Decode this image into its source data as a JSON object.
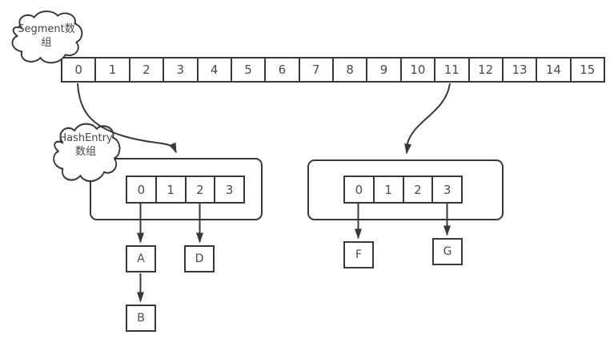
{
  "diagram": {
    "background": "#ffffff",
    "stroke_color": "#383838",
    "text_color": "#4a4a4a"
  },
  "clouds": {
    "segment": {
      "line1": "Segment数",
      "line2": "组"
    },
    "hashentry": {
      "line1": "HashEntry",
      "line2": "数组"
    }
  },
  "segment_array": {
    "cells": [
      "0",
      "1",
      "2",
      "3",
      "4",
      "5",
      "6",
      "7",
      "8",
      "9",
      "10",
      "11",
      "12",
      "13",
      "14",
      "15"
    ]
  },
  "left_bucket": {
    "cells": [
      "0",
      "1",
      "2",
      "3"
    ]
  },
  "right_bucket": {
    "cells": [
      "0",
      "1",
      "2",
      "3"
    ]
  },
  "nodes": {
    "A": "A",
    "B": "B",
    "D": "D",
    "F": "F",
    "G": "G"
  }
}
